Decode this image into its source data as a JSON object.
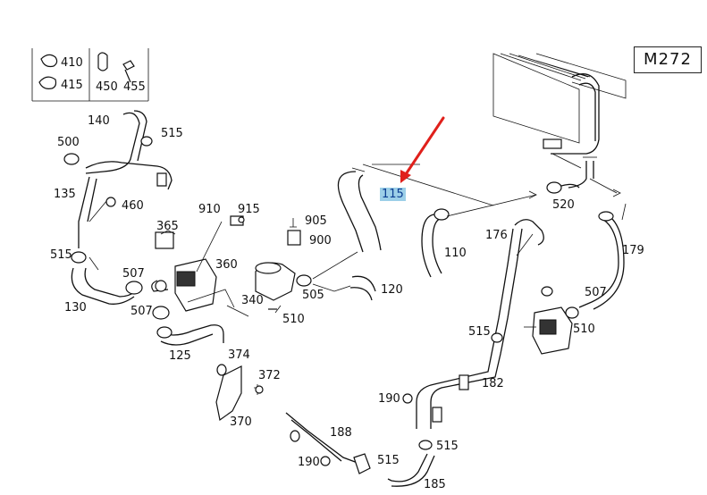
{
  "engine_code": "M272",
  "legend": {
    "clips": [
      "410",
      "415"
    ],
    "bolts": [
      "450",
      "455"
    ]
  },
  "highlighted_part": "115",
  "callouts": [
    {
      "id": "p140",
      "text": "140"
    },
    {
      "id": "p515a",
      "text": "515"
    },
    {
      "id": "p500",
      "text": "500"
    },
    {
      "id": "p135",
      "text": "135"
    },
    {
      "id": "p460",
      "text": "460"
    },
    {
      "id": "p515b",
      "text": "515"
    },
    {
      "id": "p130",
      "text": "130"
    },
    {
      "id": "p365",
      "text": "365"
    },
    {
      "id": "p910",
      "text": "910"
    },
    {
      "id": "p915",
      "text": "915"
    },
    {
      "id": "p507a",
      "text": "507"
    },
    {
      "id": "p360",
      "text": "360"
    },
    {
      "id": "p507b",
      "text": "507"
    },
    {
      "id": "p905",
      "text": "905"
    },
    {
      "id": "p900",
      "text": "900"
    },
    {
      "id": "p340",
      "text": "340"
    },
    {
      "id": "p505",
      "text": "505"
    },
    {
      "id": "p510a",
      "text": "510"
    },
    {
      "id": "p125",
      "text": "125"
    },
    {
      "id": "p374",
      "text": "374"
    },
    {
      "id": "p372",
      "text": "372"
    },
    {
      "id": "p370",
      "text": "370"
    },
    {
      "id": "p120",
      "text": "120"
    },
    {
      "id": "p115",
      "text": "115"
    },
    {
      "id": "p110",
      "text": "110"
    },
    {
      "id": "p176",
      "text": "176"
    },
    {
      "id": "p520",
      "text": "520"
    },
    {
      "id": "p179",
      "text": "179"
    },
    {
      "id": "p507c",
      "text": "507"
    },
    {
      "id": "p510b",
      "text": "510"
    },
    {
      "id": "p515c",
      "text": "515"
    },
    {
      "id": "p182",
      "text": "182"
    },
    {
      "id": "p190a",
      "text": "190"
    },
    {
      "id": "p188",
      "text": "188"
    },
    {
      "id": "p515d",
      "text": "515"
    },
    {
      "id": "p190b",
      "text": "190"
    },
    {
      "id": "p515e",
      "text": "515"
    },
    {
      "id": "p185",
      "text": "185"
    }
  ],
  "colors": {
    "highlight_bg": "#9ccfe8",
    "highlight_text": "#0b3d91",
    "arrow": "#e0201b",
    "line": "#111111"
  }
}
